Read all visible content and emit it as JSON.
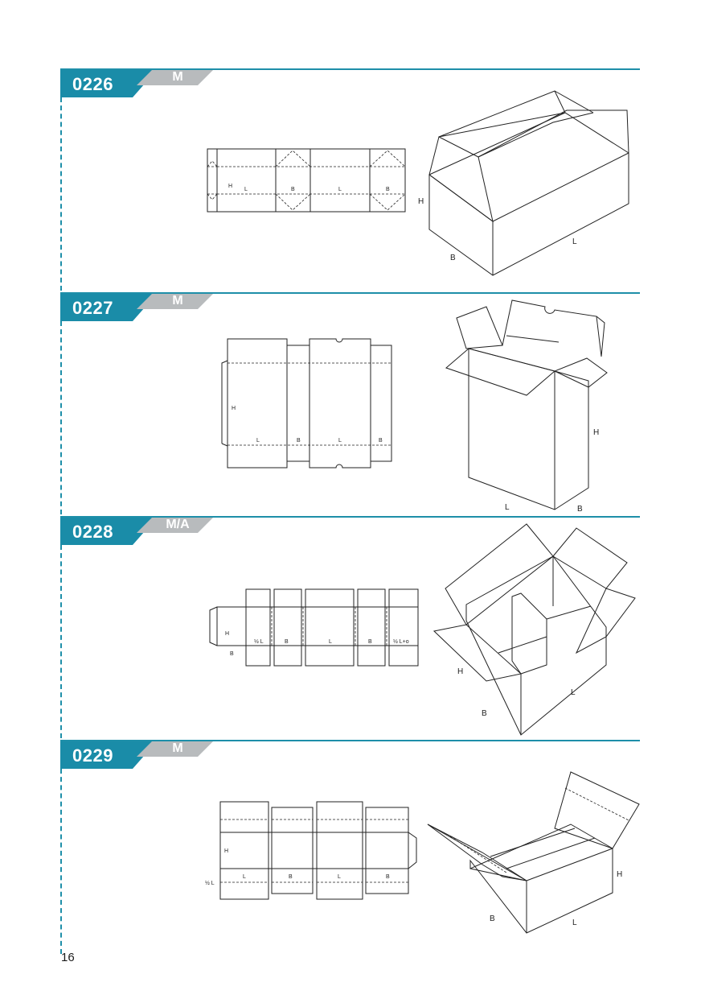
{
  "sections": [
    {
      "code": "0226",
      "type": "M",
      "net_labels": [
        "H",
        "L",
        "B",
        "L",
        "B"
      ],
      "box_labels": [
        "H",
        "B",
        "L"
      ]
    },
    {
      "code": "0227",
      "type": "M",
      "net_labels": [
        "H",
        "L",
        "B",
        "L",
        "B"
      ],
      "box_labels": [
        "H",
        "L",
        "B"
      ]
    },
    {
      "code": "0228",
      "type": "M/A",
      "net_labels": [
        "H",
        "½ L",
        "B",
        "L",
        "B",
        "½ L+o",
        "B"
      ],
      "box_labels": [
        "H",
        "L",
        "B"
      ]
    },
    {
      "code": "0229",
      "type": "M",
      "net_labels": [
        "H",
        "½ L",
        "L",
        "B",
        "L",
        "B"
      ],
      "box_labels": [
        "H",
        "B",
        "L"
      ]
    }
  ],
  "page_number": "16",
  "colors": {
    "accent": "#1a8ca8",
    "subtab": "#b8bbbd"
  }
}
